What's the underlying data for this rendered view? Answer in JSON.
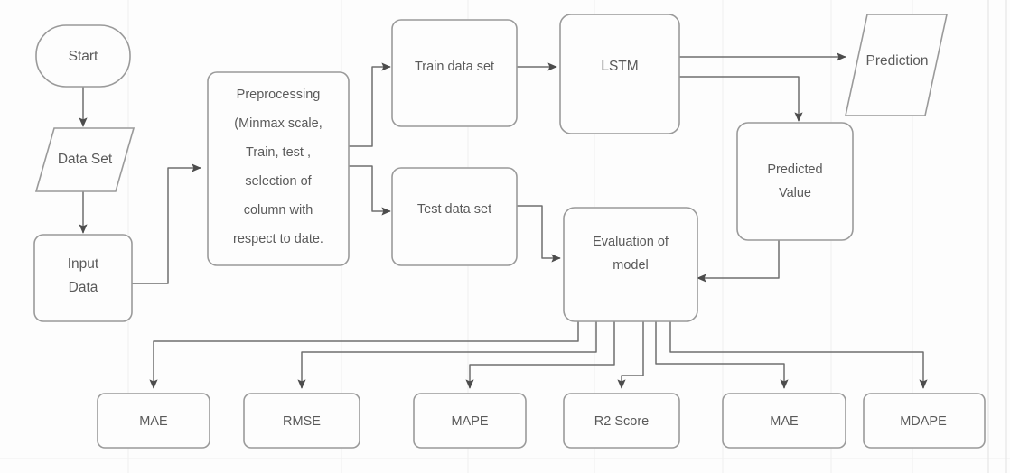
{
  "diagram": {
    "title": "LSTM prediction and evaluation flowchart",
    "colors": {
      "node_border": "#9a9a9a",
      "node_fill": "#fdfdfd",
      "edge": "#6e6e6e",
      "text": "#5a5a5a",
      "background": "#fdfdfd",
      "gridline": "#f0f0f0"
    },
    "nodes": {
      "start": {
        "label": "Start",
        "shape": "terminator"
      },
      "data_set": {
        "label": "Data Set",
        "shape": "parallelogram"
      },
      "input_data": {
        "label_line1": "Input",
        "label_line2": "Data",
        "shape": "process"
      },
      "preprocessing": {
        "shape": "process",
        "lines": [
          "Preprocessing",
          "(Minmax scale,",
          "Train, test ,",
          "selection of",
          "column with",
          "respect to date."
        ]
      },
      "train_data_set": {
        "label": "Train data set",
        "shape": "process"
      },
      "test_data_set": {
        "label": "Test data set",
        "shape": "process"
      },
      "lstm": {
        "label": "LSTM",
        "shape": "process"
      },
      "prediction": {
        "label": "Prediction",
        "shape": "parallelogram"
      },
      "predicted_value": {
        "label_line1": "Predicted",
        "label_line2": "Value",
        "shape": "process"
      },
      "evaluation": {
        "label_line1": "Evaluation of",
        "label_line2": "model",
        "shape": "process"
      }
    },
    "metrics": [
      {
        "label": "MAE"
      },
      {
        "label": "RMSE"
      },
      {
        "label": "MAPE"
      },
      {
        "label": "R2 Score"
      },
      {
        "label": "MAE"
      },
      {
        "label": "MDAPE"
      }
    ]
  }
}
